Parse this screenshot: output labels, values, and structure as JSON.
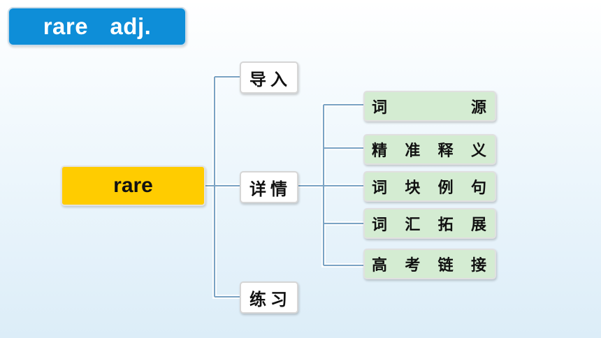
{
  "title": "rare  adj.",
  "root": {
    "label": "rare"
  },
  "branches": [
    {
      "id": "intro",
      "label": "导入"
    },
    {
      "id": "detail",
      "label": "详情"
    },
    {
      "id": "practice",
      "label": "练习"
    }
  ],
  "detail_items": [
    {
      "label": "词源",
      "chars": [
        "词",
        "源"
      ]
    },
    {
      "label": "精准释义",
      "chars": [
        "精",
        "准",
        "释",
        "义"
      ]
    },
    {
      "label": "词块例句",
      "chars": [
        "词",
        "块",
        "例",
        "句"
      ]
    },
    {
      "label": "词汇拓展",
      "chars": [
        "词",
        "汇",
        "拓",
        "展"
      ]
    },
    {
      "label": "高考链接",
      "chars": [
        "高",
        "考",
        "链",
        "接"
      ]
    }
  ],
  "colors": {
    "title_bg": "#0e8ed8",
    "root_bg": "#ffcc00",
    "leaf_bg": "#d4ecd2",
    "connector": "#7aa3c4"
  }
}
